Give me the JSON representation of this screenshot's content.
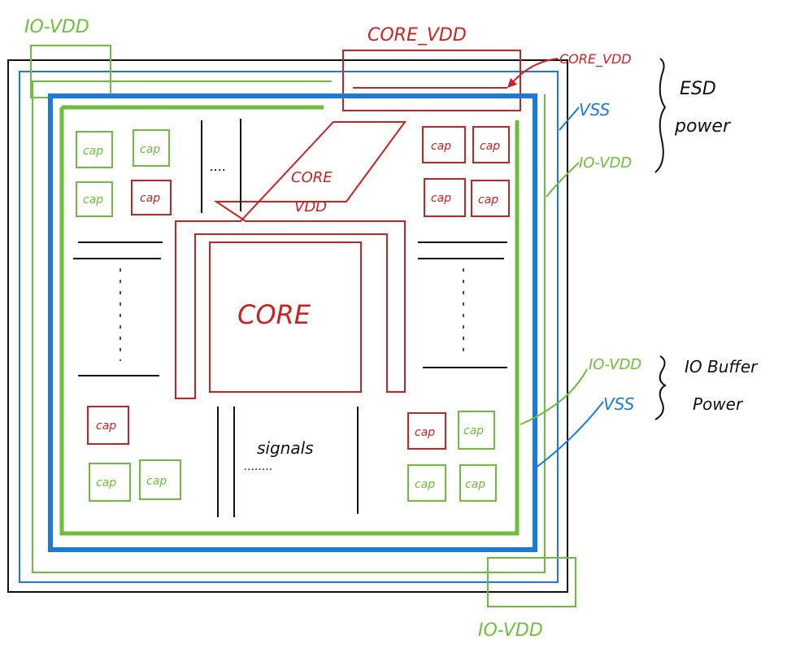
{
  "labels": {
    "io_vdd_top": "IO-VDD",
    "core_vdd_top": "CORE_VDD",
    "core_vdd_arrow": "CORE_VDD",
    "vss_top": "VSS",
    "io_vdd_right_top": "IO-VDD",
    "esd_line1": "ESD",
    "esd_line2": "power",
    "core_vdd_center_line1": "CORE",
    "core_vdd_center_line2": "VDD",
    "core": "CORE",
    "signals": "signals",
    "signals_dots": "........",
    "io_vdd_right_bottom": "IO-VDD",
    "vss_bottom": "VSS",
    "iobuf_line1": "IO Buffer",
    "iobuf_line2": "Power",
    "io_vdd_bottom": "IO-VDD",
    "dots_top": "....",
    "cap": "cap"
  },
  "colors": {
    "green": "#6cbf3a",
    "red": "#cc2222",
    "blue": "#1a7ae0",
    "black": "#111111"
  }
}
